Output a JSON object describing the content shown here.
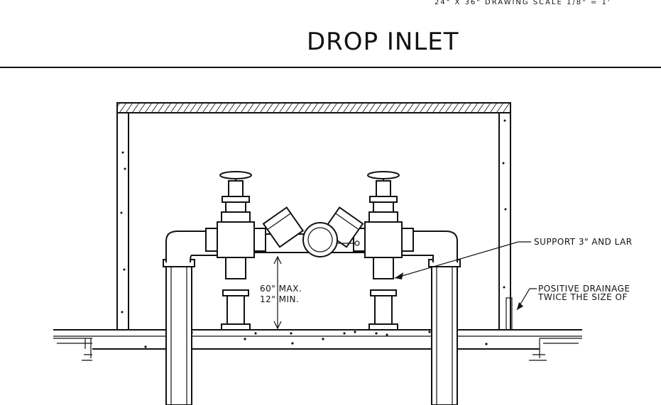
{
  "header_fragment": "24\" X 36\" DRAWING SCALE 1/8\" = 1'",
  "title": "DROP INLET",
  "dimension": {
    "line1": "60\" MAX.",
    "line2": "12\" MIN."
  },
  "notes": {
    "support": "SUPPORT 3\" AND LAR",
    "drainage_line1": "POSITIVE DRAINAGE",
    "drainage_line2": "TWICE THE SIZE OF"
  },
  "colors": {
    "ink": "#111111",
    "paper": "#ffffff"
  }
}
